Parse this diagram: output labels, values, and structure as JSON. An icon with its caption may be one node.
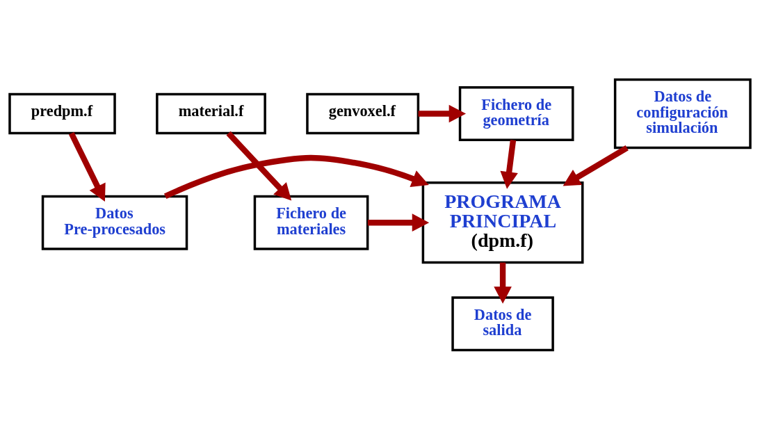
{
  "diagram": {
    "nodes": [
      {
        "text": [
          "Datos de configuración simulación"
        ]
      },
      {
        "text": [
          "Fichero de geometría"
        ]
      },
      {
        "text": [
          "genvoxel.f"
        ]
      },
      {
        "text": [
          "predpm.f"
        ]
      },
      {
        "text": [
          "material.f"
        ]
      },
      {
        "text": [
          "Datos Pre-procesados"
        ]
      },
      {
        "text": [
          "PROGRAMA PRINCIPAL",
          "(dpm.f)"
        ]
      },
      {
        "text": [
          "Fichero de materiales"
        ]
      },
      {
        "text": [
          "Datos de salida"
        ]
      }
    ],
    "edges": [
      {
        "from": 2,
        "to": 1,
        "arrow": "to"
      },
      {
        "from": 0,
        "to": 6,
        "arrow": "to"
      },
      {
        "from": 1,
        "to": 6,
        "arrow": "to"
      },
      {
        "from": 3,
        "to": 5,
        "arrow": "to"
      },
      {
        "from": 4,
        "to": 7,
        "arrow": "to"
      },
      {
        "from": 5,
        "to": 6,
        "arrow": "to"
      },
      {
        "from": 7,
        "to": 6,
        "arrow": "to"
      },
      {
        "from": 6,
        "to": 8,
        "arrow": "to"
      }
    ]
  }
}
